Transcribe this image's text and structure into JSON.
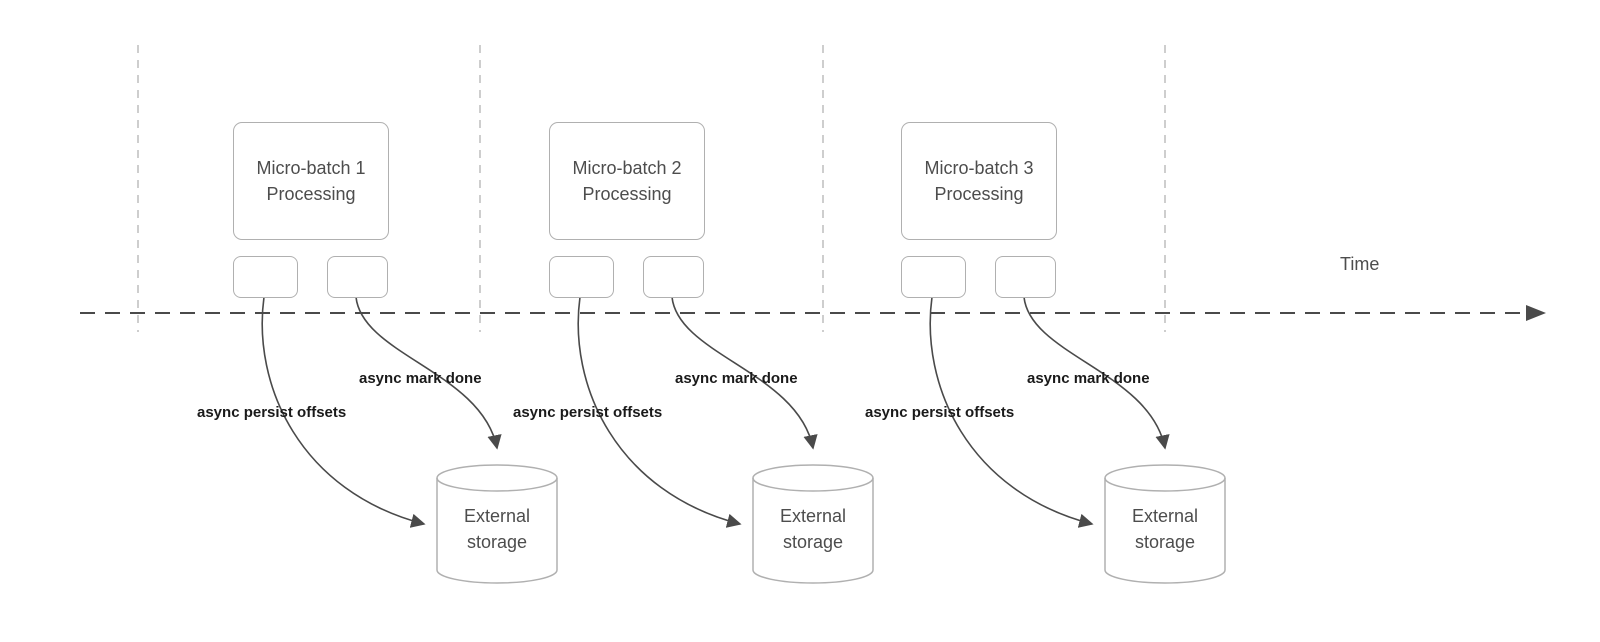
{
  "diagram": {
    "time_label": "Time",
    "batches": [
      {
        "title_line1": "Micro-batch 1",
        "title_line2": "Processing",
        "persist_arrow_label": "async persist offsets",
        "mark_done_arrow_label": "async mark done",
        "storage_line1": "External",
        "storage_line2": "storage"
      },
      {
        "title_line1": "Micro-batch 2",
        "title_line2": "Processing",
        "persist_arrow_label": "async persist offsets",
        "mark_done_arrow_label": "async mark done",
        "storage_line1": "External",
        "storage_line2": "storage"
      },
      {
        "title_line1": "Micro-batch 3",
        "title_line2": "Processing",
        "persist_arrow_label": "async persist offsets",
        "mark_done_arrow_label": "async mark done",
        "storage_line1": "External",
        "storage_line2": "storage"
      }
    ],
    "colors": {
      "shape_border": "#b0b0b0",
      "shape_text": "#4d4d4d",
      "arrow": "#4a4a4a",
      "arrow_label_text": "#1a1a1a",
      "guide_line": "#bdbdbd",
      "timeline": "#4a4a4a",
      "background": "#ffffff"
    }
  }
}
